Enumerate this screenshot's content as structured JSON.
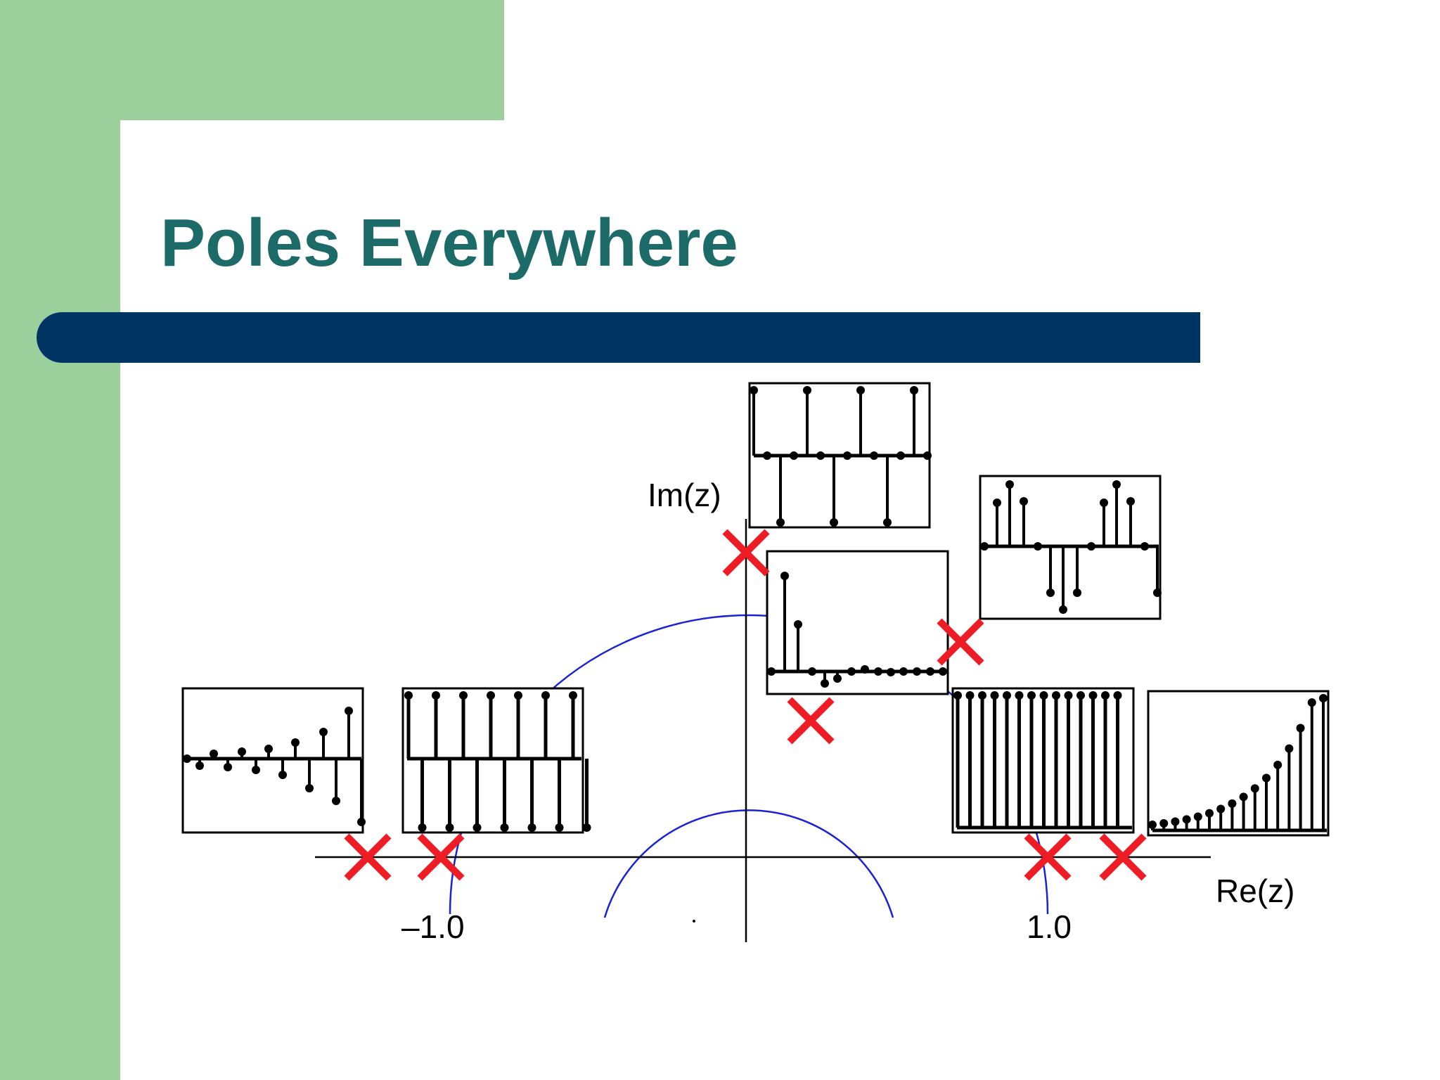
{
  "slide": {
    "title": "Poles Everywhere"
  },
  "diagram": {
    "im_axis_label": "Im(z)",
    "re_axis_label": "Re(z)",
    "tick_neg_one": "–1.0",
    "tick_pos_one": "1.0"
  },
  "colors": {
    "background_green": "#9bcf9b",
    "title_text": "#1c6b68",
    "title_bar": "#003463",
    "pole_marker": "#ee1c25",
    "circle_arc": "#1a22d6"
  },
  "icons": {
    "pole": "x-marker-icon"
  }
}
